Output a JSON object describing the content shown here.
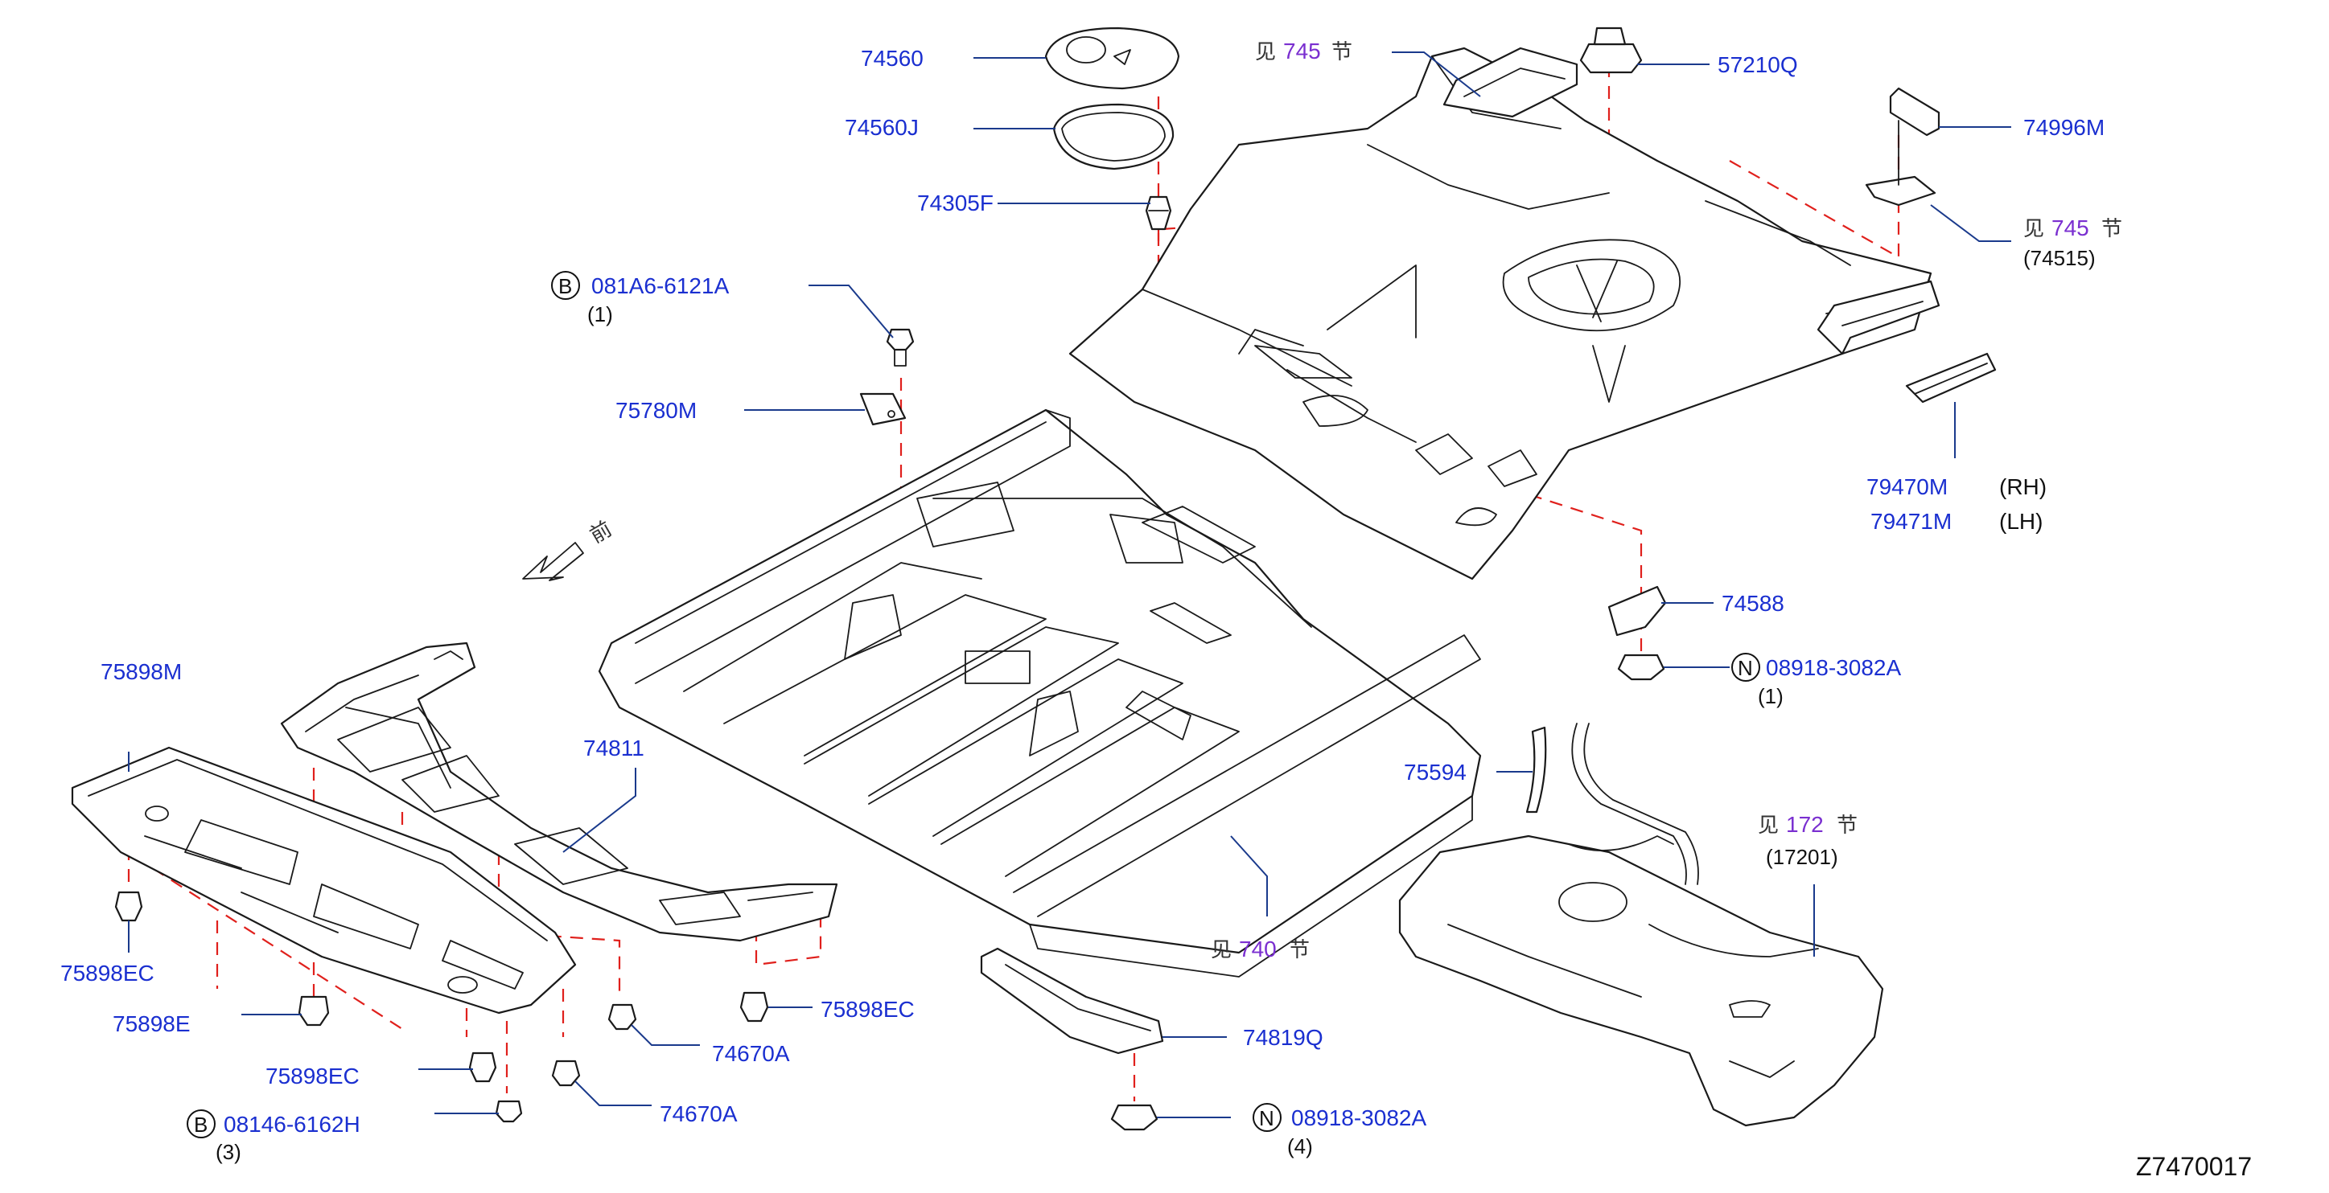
{
  "diagram_code": "Z7470017",
  "front_label": "前",
  "see_word": "见",
  "section_word": "节",
  "labels": {
    "p74560": "74560",
    "p74560J": "74560J",
    "p74305F": "74305F",
    "p081A6": "081A6-6121A",
    "q081A6": "(1)",
    "p75780M": "75780M",
    "p57210Q": "57210Q",
    "p74996M": "74996M",
    "p74515": "(74515)",
    "p79470M": "79470M",
    "rh": "(RH)",
    "p79471M": "79471M",
    "lh": "(LH)",
    "p74588": "74588",
    "p08918a": "08918-3082A",
    "q08918a": "(1)",
    "p75594": "75594",
    "p17201": "(17201)",
    "p75898M": "75898M",
    "p74811": "74811",
    "p75898EC_left": "75898EC",
    "p75898E": "75898E",
    "p75898EC_mid": "75898EC",
    "p75898EC_right": "75898EC",
    "p74670A_1": "74670A",
    "p74670A_2": "74670A",
    "p08146": "08146-6162H",
    "q08146": "(3)",
    "p74819Q": "74819Q",
    "p08918b": "08918-3082A",
    "q08918b": "(4)"
  },
  "section_refs": {
    "top": "745",
    "right": "745",
    "floor": "740",
    "tank": "172"
  },
  "badges": {
    "b1": "B",
    "b2": "B",
    "n1": "N",
    "n2": "N"
  }
}
